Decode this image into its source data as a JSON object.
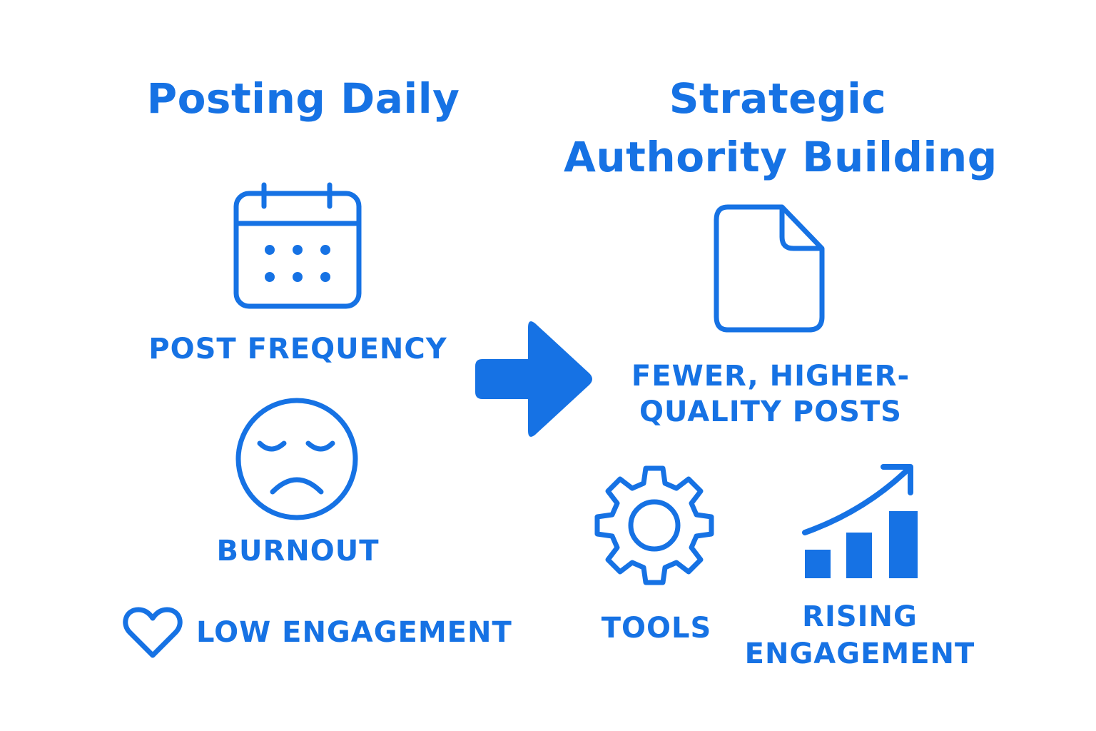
{
  "left": {
    "title": "Posting Daily",
    "items": {
      "frequency": "POST FREQUENCY",
      "burnout": "BURNOUT",
      "engagement": "LOW ENGAGEMENT"
    }
  },
  "right": {
    "title_line1": "Strategic",
    "title_line2": "Authority Building",
    "items": {
      "posts_line1": "FEWER, HIGHER-",
      "posts_line2": "QUALITY POSTS",
      "tools": "TOOLS",
      "rising_line1": "RISING",
      "rising_line2": "ENGAGEMENT"
    }
  },
  "icons": {
    "calendar": "calendar-icon",
    "sad_face": "sad-face-icon",
    "heart": "heart-icon",
    "arrow": "arrow-right-icon",
    "document": "document-icon",
    "gear": "gear-icon",
    "growth_chart": "growth-chart-icon"
  },
  "colors": {
    "accent": "#1672e4",
    "background": "#ffffff"
  }
}
